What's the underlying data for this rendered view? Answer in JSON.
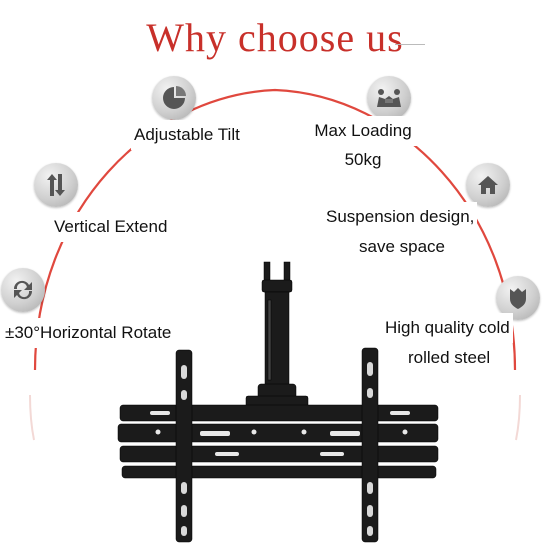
{
  "title": "Why choose us",
  "features": {
    "tilt": {
      "icon": "pie-chart-icon",
      "label": "Adjustable Tilt"
    },
    "loading": {
      "icon": "handshake-icon",
      "line1": "Max Loading",
      "line2": "50kg"
    },
    "extend": {
      "icon": "up-down-arrows-icon",
      "label": "Vertical Extend"
    },
    "suspension": {
      "icon": "house-icon",
      "line1": "Suspension design,",
      "line2": "save space"
    },
    "rotate": {
      "icon": "rotate-arrows-icon",
      "label": "±30°Horizontal Rotate"
    },
    "steel": {
      "icon": "shield-icon",
      "line1": "High quality cold",
      "line2": "rolled steel"
    }
  },
  "colors": {
    "title": "#c8302a",
    "arc_red": "#e0483e",
    "arc_light": "#f3d9d6",
    "mount": "#1b1b1b"
  }
}
